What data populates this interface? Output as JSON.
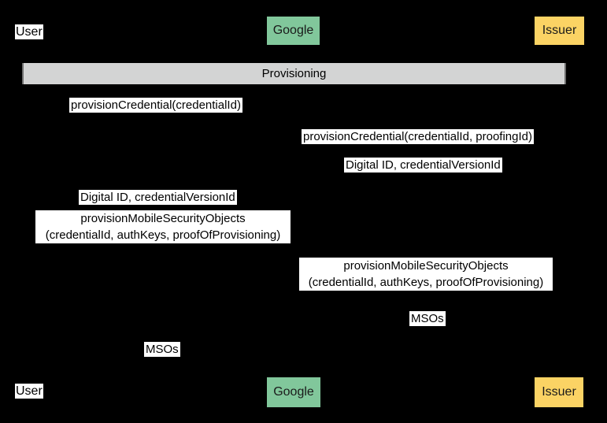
{
  "diagram": {
    "type": "sequence-diagram",
    "phase_band": {
      "label": "Provisioning"
    },
    "actors": {
      "user": "User",
      "google": "Google",
      "issuer": "Issuer"
    },
    "colors": {
      "background": "#000000",
      "google_box": "#81C79B",
      "issuer_box": "#FBD364",
      "user_label_bg": "#FFFFFF",
      "phase_band_bg": "#D3D4D4",
      "message_label_bg": "#FFFFFF",
      "text": "#000000"
    },
    "messages": {
      "provision_credential_user_to_google": "provisionCredential(credentialId)",
      "provision_credential_google_to_issuer": "provisionCredential(credentialId, proofingId)",
      "digital_id_issuer_to_google": "Digital ID, credentialVersionId",
      "digital_id_google_to_user": "Digital ID, credentialVersionId",
      "provision_msos_user_to_google_line1": "provisionMobileSecurityObjects",
      "provision_msos_user_to_google_line2": "(credentialId, authKeys, proofOfProvisioning)",
      "provision_msos_google_to_issuer_line1": "provisionMobileSecurityObjects",
      "provision_msos_google_to_issuer_line2": "(credentialId, authKeys, proofOfProvisioning)",
      "msos_issuer_to_google": "MSOs",
      "msos_google_to_user": "MSOs"
    }
  }
}
